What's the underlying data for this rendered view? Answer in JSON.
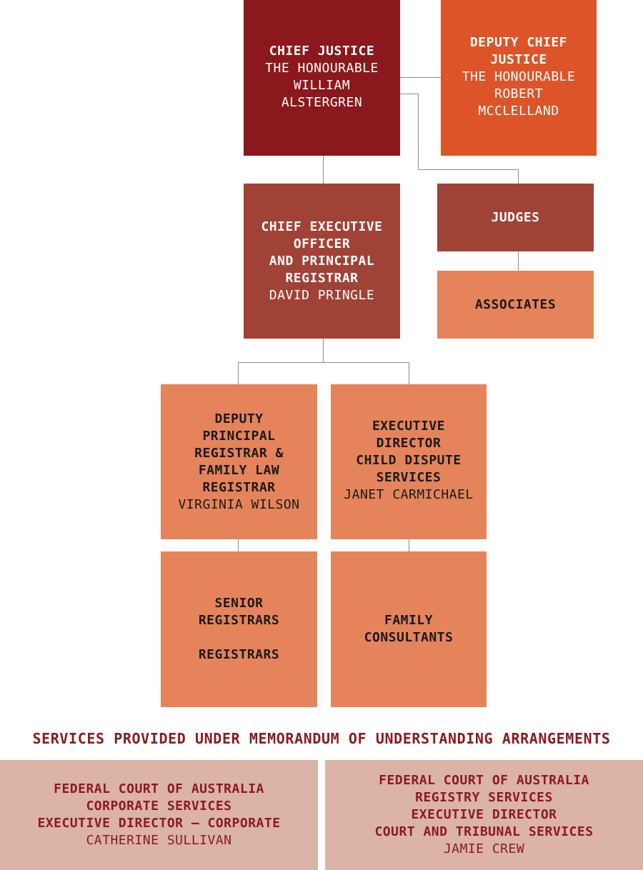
{
  "colors": {
    "chief_justice": "#8b181c",
    "deputy_chief_justice": "#dc5427",
    "mid": "#a14236",
    "light": "#e5845a",
    "mou_bg": "#dbb3a7",
    "mou_text": "#8b1a1e",
    "connector": "#8a8a8a"
  },
  "chief_justice": {
    "title": "CHIEF JUSTICE",
    "name": "THE HONOURABLE\nWILLIAM\nALSTERGREN"
  },
  "deputy_chief_justice": {
    "title": "DEPUTY CHIEF\nJUSTICE",
    "name": "THE HONOURABLE\nROBERT\nMCCLELLAND"
  },
  "judges": {
    "title": "JUDGES"
  },
  "associates": {
    "title": "ASSOCIATES"
  },
  "ceo": {
    "title": "CHIEF EXECUTIVE\nOFFICER\nAND PRINCIPAL\nREGISTRAR",
    "name": "DAVID PRINGLE"
  },
  "deputy_principal_registrar": {
    "title": "DEPUTY\nPRINCIPAL\nREGISTRAR &\nFAMILY LAW\nREGISTRAR",
    "name": "VIRGINIA WILSON"
  },
  "executive_director_cds": {
    "title": "EXECUTIVE\nDIRECTOR\nCHILD DISPUTE\nSERVICES",
    "name": "JANET CARMICHAEL"
  },
  "registrars": {
    "title": "SENIOR\nREGISTRARS\n\nREGISTRARS"
  },
  "family_consultants": {
    "title": "FAMILY\nCONSULTANTS"
  },
  "mou": {
    "heading": "SERVICES PROVIDED UNDER MEMORANDUM OF UNDERSTANDING ARRANGEMENTS",
    "corporate": {
      "title": "FEDERAL COURT OF AUSTRALIA\nCORPORATE SERVICES\nEXECUTIVE DIRECTOR – CORPORATE",
      "name": "CATHERINE SULLIVAN"
    },
    "registry": {
      "title": "FEDERAL COURT OF AUSTRALIA\nREGISTRY SERVICES\nEXECUTIVE DIRECTOR\nCOURT AND TRIBUNAL SERVICES",
      "name": "JAMIE CREW"
    }
  }
}
